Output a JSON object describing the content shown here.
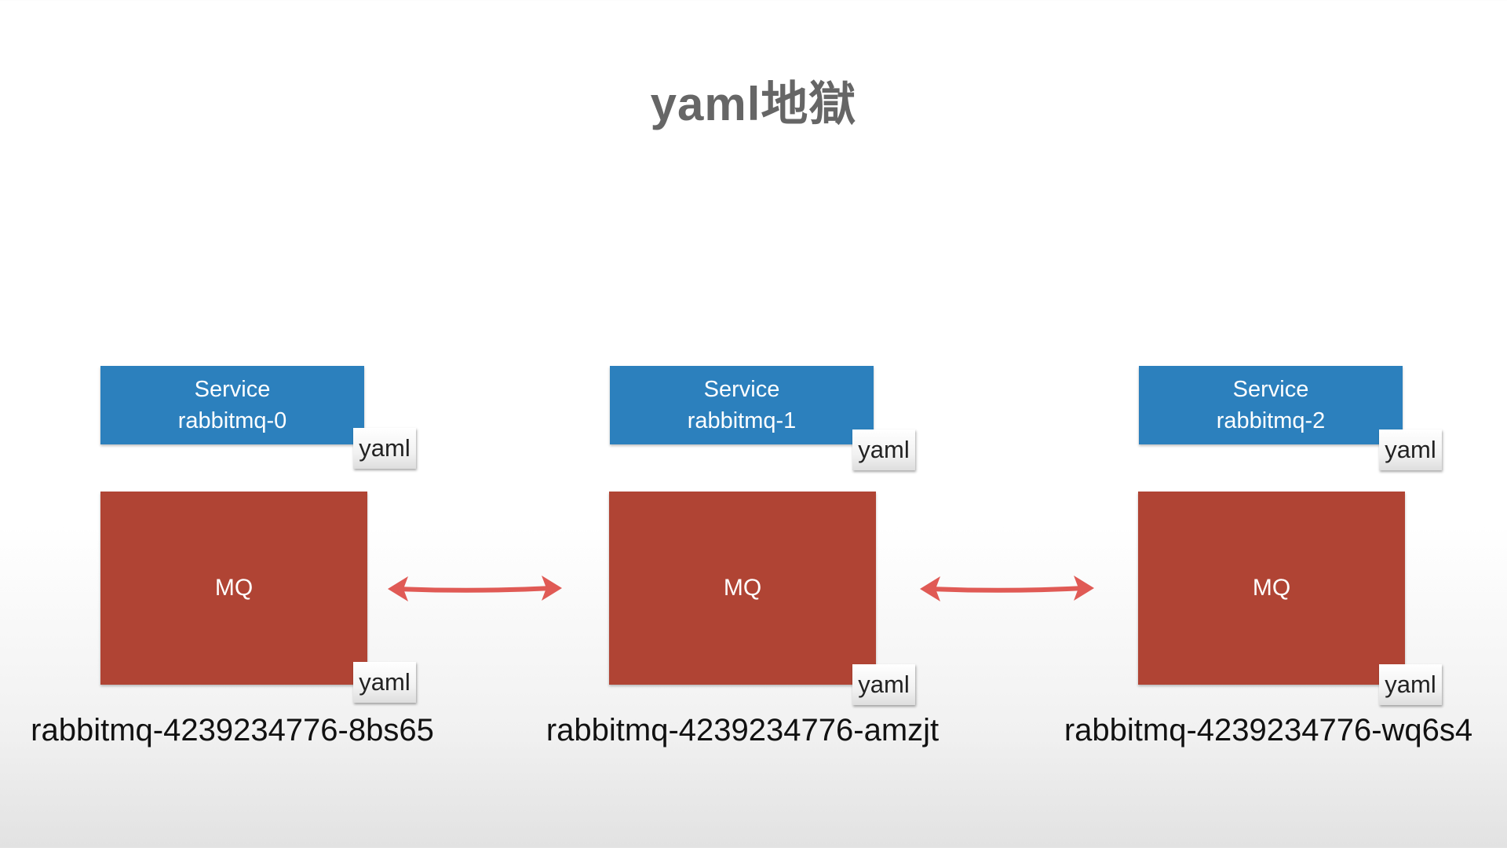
{
  "title": "yaml地獄",
  "columns": [
    {
      "service_label": "Service",
      "service_name": "rabbitmq-0",
      "service_yaml": "yaml",
      "mq_label": "MQ",
      "mq_yaml": "yaml",
      "pod_name": "rabbitmq-4239234776-8bs65"
    },
    {
      "service_label": "Service",
      "service_name": "rabbitmq-1",
      "service_yaml": "yaml",
      "mq_label": "MQ",
      "mq_yaml": "yaml",
      "pod_name": "rabbitmq-4239234776-amzjt"
    },
    {
      "service_label": "Service",
      "service_name": "rabbitmq-2",
      "service_yaml": "yaml",
      "mq_label": "MQ",
      "mq_yaml": "yaml",
      "pod_name": "rabbitmq-4239234776-wq6s4"
    }
  ],
  "colors": {
    "service": "#2c80bd",
    "mq": "#b04434",
    "arrow": "#e05a55",
    "title": "#666666"
  }
}
